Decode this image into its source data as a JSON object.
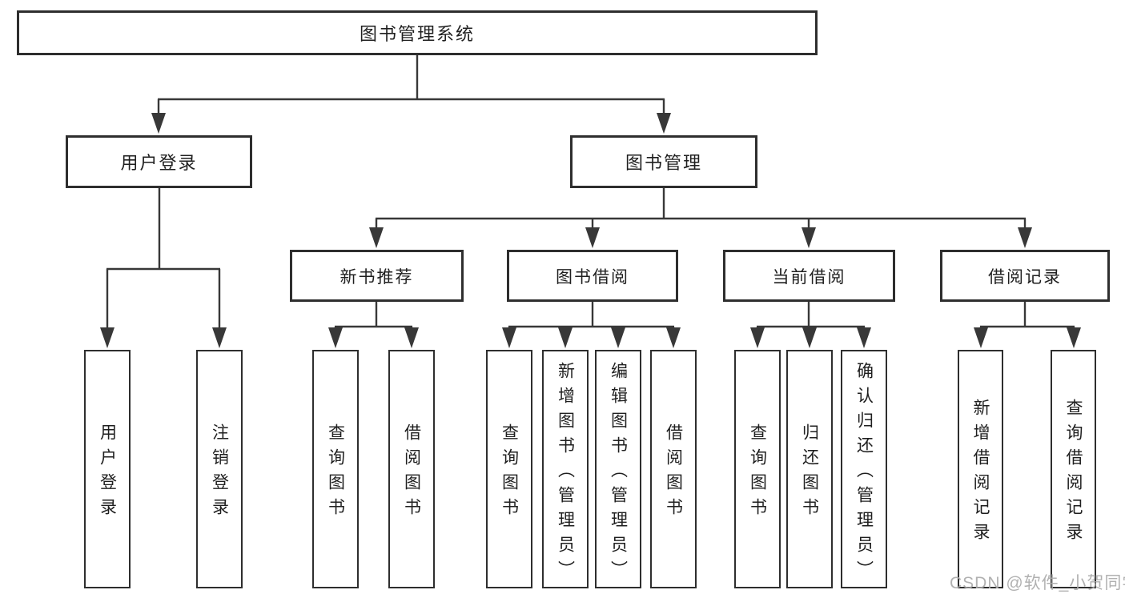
{
  "diagram": {
    "root": {
      "label": "图书管理系统"
    },
    "groups": [
      {
        "label": "用户登录",
        "leaves": [
          {
            "label": "用户登录"
          },
          {
            "label": "注销登录"
          }
        ]
      },
      {
        "label": "图书管理",
        "sections": [
          {
            "label": "新书推荐",
            "leaves": [
              {
                "label": "查询图书"
              },
              {
                "label": "借阅图书"
              }
            ]
          },
          {
            "label": "图书借阅",
            "leaves": [
              {
                "label": "查询图书"
              },
              {
                "label": "新增图书（管理员）"
              },
              {
                "label": "编辑图书（管理员）"
              },
              {
                "label": "借阅图书"
              }
            ]
          },
          {
            "label": "当前借阅",
            "leaves": [
              {
                "label": "查询图书"
              },
              {
                "label": "归还图书"
              },
              {
                "label": "确认归还（管理员）"
              }
            ]
          },
          {
            "label": "借阅记录",
            "leaves": [
              {
                "label": "新增借阅记录"
              },
              {
                "label": "查询借阅记录"
              }
            ]
          }
        ]
      }
    ]
  },
  "watermark": {
    "text": "CSDN @软件_小贺同学"
  },
  "colors": {
    "line": "#383838",
    "box_border": "#2e2e2e",
    "text": "#1f1f1f",
    "watermark": "#ababab",
    "background": "#ffffff"
  }
}
